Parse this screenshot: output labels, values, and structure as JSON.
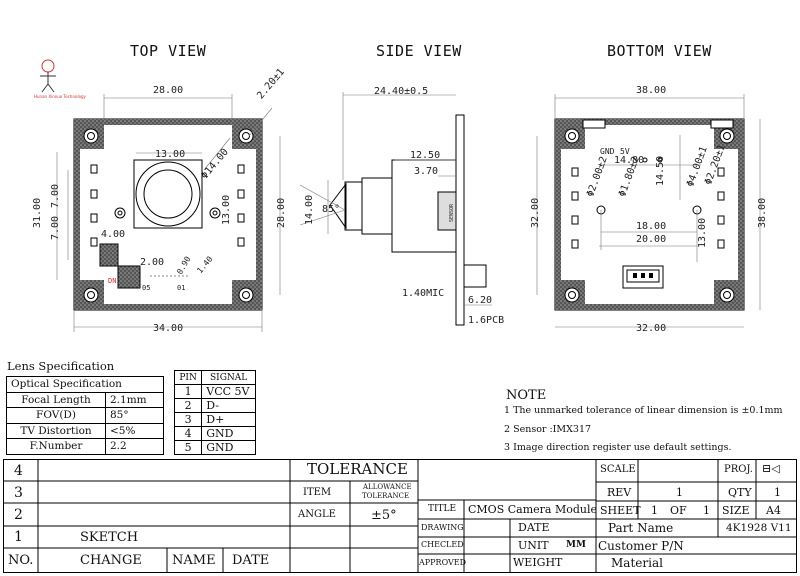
{
  "views": {
    "top": "TOP VIEW",
    "side": "SIDE VIEW",
    "bottom": "BOTTOM VIEW"
  },
  "logo_text": "Hunan Xinnuo Technology",
  "top_dims": {
    "width_top": "28.00",
    "hole": "2.20±1",
    "center_13": "13.00",
    "lens": "Φ14.00",
    "left_31": "31.00",
    "left_7a": "7.00",
    "left_7b": "7.00",
    "right_13": "13.00",
    "right_28": "28.00",
    "d4": "4.00",
    "d2": "2.00",
    "d090": "0.90",
    "d140": "1.40",
    "label_dn": "DN",
    "label_05": "05",
    "label_01": "01",
    "bottom_34": "34.00"
  },
  "side_dims": {
    "top_24": "24.40±0.5",
    "d1250": "12.50",
    "d370": "3.70",
    "d1400": "14.00",
    "angle": "85°",
    "mic": "1.40MIC",
    "d620": "6.20",
    "pcb": "1.6PCB",
    "vlabel": "SENSOR"
  },
  "bottom_dims": {
    "top_38": "38.00",
    "gnd": "GND",
    "v5": "5V",
    "d1480": "14.80",
    "d1450": "14.50",
    "d200": "Φ2.00±2",
    "d180": "Φ1.80±2",
    "d400": "Φ4.00±1",
    "d220": "Φ2.20±1",
    "left_32": "32.00",
    "right_38": "38.00",
    "d1800": "18.00",
    "d2000": "20.00",
    "d1300": "13.00",
    "bottom_32": "32.00"
  },
  "lens_spec": {
    "title": "Lens Specification",
    "rows": [
      {
        "label": "Optical Specification",
        "value": ""
      },
      {
        "label": "Focal Length",
        "value": "2.1mm"
      },
      {
        "label": "FOV(D)",
        "value": "85°"
      },
      {
        "label": "TV Distortion",
        "value": "<5%"
      },
      {
        "label": "F.Number",
        "value": "2.2"
      }
    ]
  },
  "pin_table": {
    "headers": [
      "PIN",
      "SIGNAL"
    ],
    "rows": [
      {
        "pin": "1",
        "signal": "VCC 5V"
      },
      {
        "pin": "2",
        "signal": "D-"
      },
      {
        "pin": "3",
        "signal": "D+"
      },
      {
        "pin": "4",
        "signal": "GND"
      },
      {
        "pin": "5",
        "signal": "GND"
      }
    ]
  },
  "note": {
    "title": "NOTE",
    "items": [
      "1  The unmarked tolerance of linear dimension is ±0.1mm",
      "2  Sensor :IMX317",
      "3  Image direction register use default settings."
    ]
  },
  "title_block": {
    "revs": [
      "4",
      "3",
      "2",
      "1"
    ],
    "rev1_desc": "SKETCH",
    "col_no": "NO.",
    "col_change": "CHANGE",
    "col_name": "NAME",
    "col_date": "DATE",
    "tolerance": "TOLERANCE",
    "item": "ITEM",
    "allow": "ALLOWANCE",
    "allow2": "TOLERANCE",
    "angle": "ANGLE",
    "angle_val": "±5°",
    "title_lbl": "TITLE",
    "title_val": "CMOS  Camera Module",
    "drawing": "DRAWING",
    "checked": "CHECLED",
    "approved": "APPROVED",
    "date": "DATE",
    "unit": "UNIT",
    "unit_val": "MM",
    "weight": "WEIGHT",
    "scale": "SCALE",
    "rev": "REV",
    "rev_val": "1",
    "sheet": "SHEET",
    "sheet_a": "1",
    "sheet_of": "OF",
    "sheet_b": "1",
    "proj": "PROJ.",
    "qty": "QTY",
    "qty_val": "1",
    "size": "SIZE",
    "size_val": "A4",
    "part_name": "Part Name",
    "part_val": "4K1928 V11",
    "customer": "Customer P/N",
    "material": "Material"
  }
}
